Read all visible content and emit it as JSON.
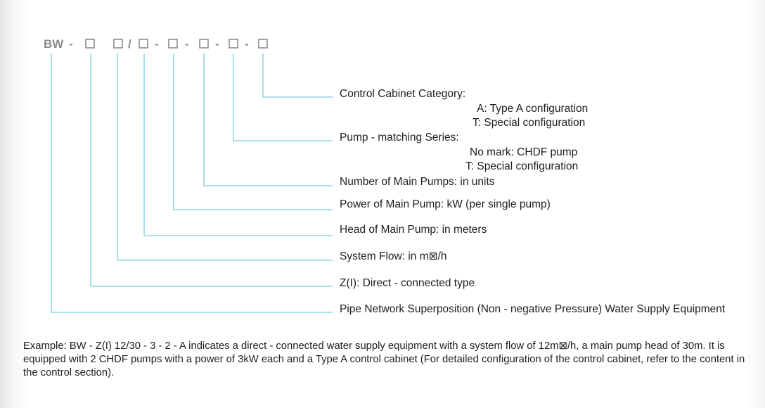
{
  "model_code": {
    "prefix": "BW",
    "separators": [
      "-",
      "/",
      "-",
      "-",
      "-",
      "-"
    ]
  },
  "definitions": [
    {
      "label": "Control Cabinet Category:",
      "sub": [
        "A: Type A configuration",
        "T: Special configuration"
      ]
    },
    {
      "label": "Pump - matching Series:",
      "sub": [
        "No mark: CHDF pump",
        "T: Special configuration"
      ]
    },
    {
      "label": "Number of Main Pumps: in units"
    },
    {
      "label": "Power of Main Pump: kW (per single pump)"
    },
    {
      "label": "Head of Main Pump: in meters"
    },
    {
      "label": "System Flow: in m⊠/h"
    },
    {
      "label": "Z(I): Direct - connected type"
    },
    {
      "label": "Pipe Network Superposition (Non - negative Pressure) Water Supply Equipment"
    }
  ],
  "example": "Example: BW - Z(I) 12/30 - 3 - 2 - A indicates a direct - connected water supply equipment with a system flow of 12m⊠/h, a main pump head of 30m. It is equipped with 2 CHDF pumps with a power of 3kW each and a Type A control cabinet (For detailed configuration of the control cabinet, refer to the content in the control section).",
  "colors": {
    "leader_line": "#7fcde0",
    "code_text": "#8c8c8c"
  }
}
